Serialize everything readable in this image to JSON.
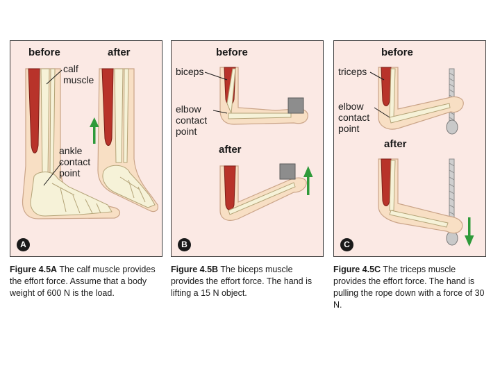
{
  "panels": {
    "a": {
      "before": "before",
      "after": "after",
      "calf_label": "calf\nmuscle",
      "ankle_label": "ankle\ncontact\npoint",
      "badge": "A",
      "caption_fig": "Figure 4.5A",
      "caption_text": " The calf muscle provides the effort force. Assume that a body weight of 600 N is the load."
    },
    "b": {
      "before": "before",
      "after": "after",
      "biceps_label": "biceps",
      "elbow_label": "elbow\ncontact\npoint",
      "badge": "B",
      "caption_fig": "Figure 4.5B",
      "caption_text": " The biceps muscle provides the effort force. The hand is lifting a 15 N object."
    },
    "c": {
      "before": "before",
      "after": "after",
      "triceps_label": "triceps",
      "elbow_label": "elbow\ncontact\npoint",
      "badge": "C",
      "caption_fig": "Figure 4.5C",
      "caption_text": " The triceps muscle provides the effort force. The hand is pulling the rope down with a force of 30 N."
    }
  },
  "colors": {
    "panel_bg": "#fbe9e4",
    "skin": "#f8dfc4",
    "muscle": "#b8332a",
    "bone": "#f6f2d8",
    "arrow": "#2f9a3a"
  }
}
